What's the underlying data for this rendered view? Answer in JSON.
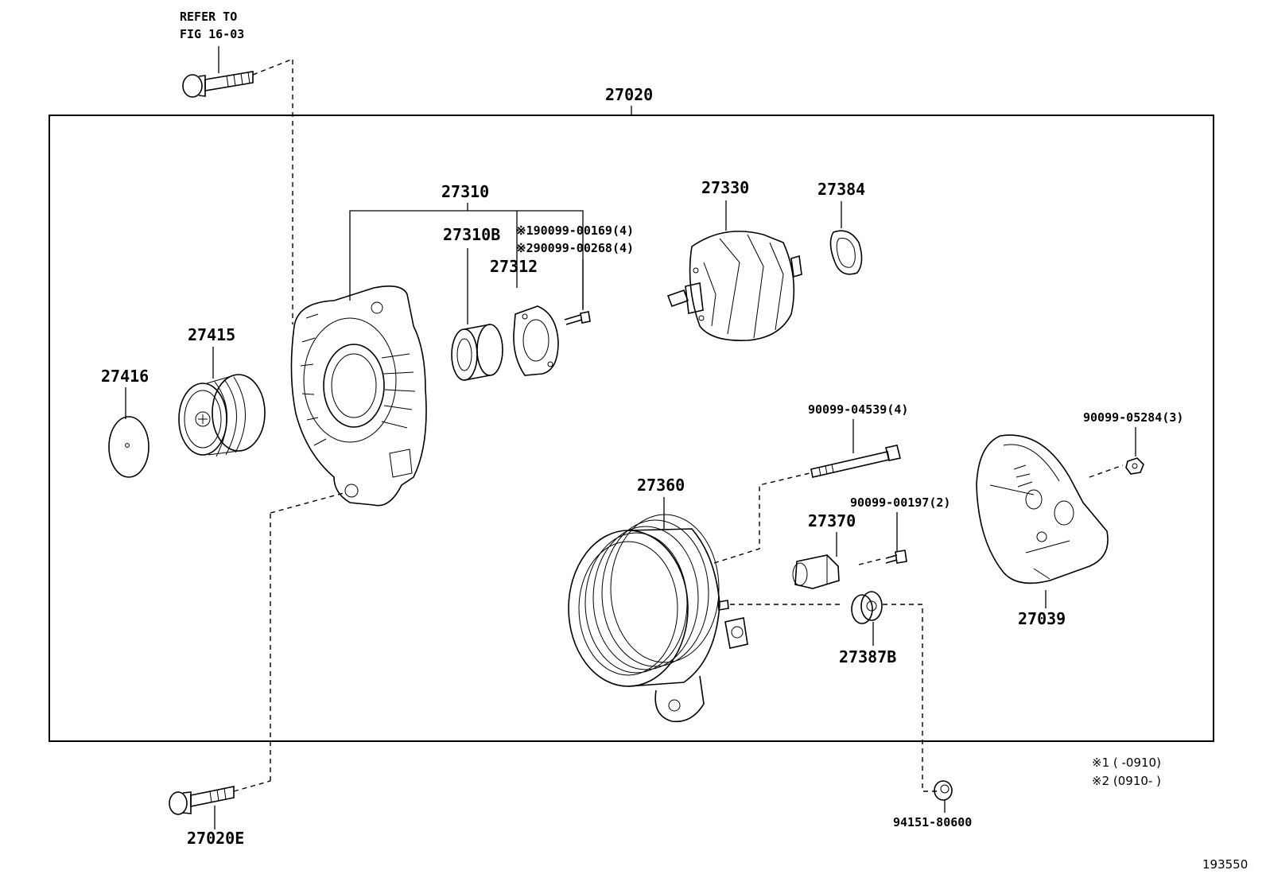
{
  "refer": {
    "line1": "REFER TO",
    "line2": "FIG 16-03"
  },
  "assembly_label": "27020",
  "parts": {
    "p27310": "27310",
    "p27310b": "27310B",
    "p27312": "27312",
    "screw_note1": "※190099-00169(4)",
    "screw_note2": "※290099-00268(4)",
    "p27330": "27330",
    "p27384": "27384",
    "p27415": "27415",
    "p27416": "27416",
    "bolt_04539": "90099-04539(4)",
    "nut_05284": "90099-05284(3)",
    "p27360": "27360",
    "screw_00197": "90099-00197(2)",
    "p27370": "27370",
    "p27387b": "27387B",
    "p27039": "27039",
    "p27020e": "27020E",
    "nut_94151": "94151-80600"
  },
  "notes": {
    "note1": "※1 (      -0910)",
    "note2": "※2 (0910-      )"
  },
  "figure_id": "193550"
}
